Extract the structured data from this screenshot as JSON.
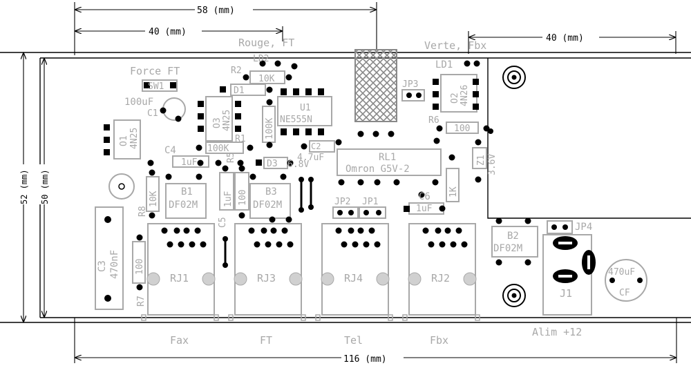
{
  "dimensions": {
    "d58": "58 (mm)",
    "d40a": "40 (mm)",
    "d40b": "40 (mm)",
    "d116": "116 (mm)",
    "d52": "52 (mm)",
    "d50": "50 (mm)"
  },
  "labels": {
    "rouge_ft": "Rouge, FT",
    "verte_fbx": "Verte, Fbx",
    "force_ft": "Force FT",
    "ld2": "LD2",
    "ld1": "LD1",
    "r2": "R2",
    "r2_val": "10K",
    "d1": "D1",
    "sw1": "SW1",
    "c1_val": "100uF",
    "c1": "C1",
    "u1": "U1",
    "u1_val": "NE555N",
    "o3": "O3",
    "o3_val": "4N25",
    "o1": "O1",
    "o1_val": "4N25",
    "o2": "O2",
    "o2_val": "4N26",
    "jp3": "JP3",
    "r6": "R6",
    "r6_val": "100",
    "r1": "R1",
    "r1_val": "100K",
    "r3_val": "100K",
    "c4": "C4",
    "c4_val": "1uF",
    "r5": "R5",
    "d3": "D3",
    "d3_val": "6.8V",
    "c2": "C2",
    "c2_val": "4.7uF",
    "rl1": "RL1",
    "rl1_val": "Omron G5V-2",
    "z1": "Z1",
    "z1_val": "3.6V",
    "r4_val": "1K",
    "c6": "C6",
    "c6_val": "1uF",
    "b1": "B1",
    "b1_val": "DF02M",
    "b3": "B3",
    "b3_val": "DF02M",
    "b2": "B2",
    "b2_val": "DF02M",
    "r8": "R8",
    "r8_val": "10K",
    "c5": "C5",
    "c5_val": "1uF",
    "r9_val": "100",
    "jp2": "JP2",
    "jp1": "JP1",
    "jp4": "JP4",
    "c3": "C3",
    "c3_val": "470nF",
    "r7": "R7",
    "r7_val": "100",
    "rj1": "RJ1",
    "rj3": "RJ3",
    "rj4": "RJ4",
    "rj2": "RJ2",
    "fax": "Fax",
    "ft": "FT",
    "tel": "Tel",
    "fbx": "Fbx",
    "j1": "J1",
    "cf_val": "470uF",
    "cf": "CF",
    "alim": "Alim +12"
  },
  "colors": {
    "silkscreen": "#a8a8a8",
    "dimension": "#000000",
    "pad": "#000000",
    "board_outline": "#000000"
  }
}
